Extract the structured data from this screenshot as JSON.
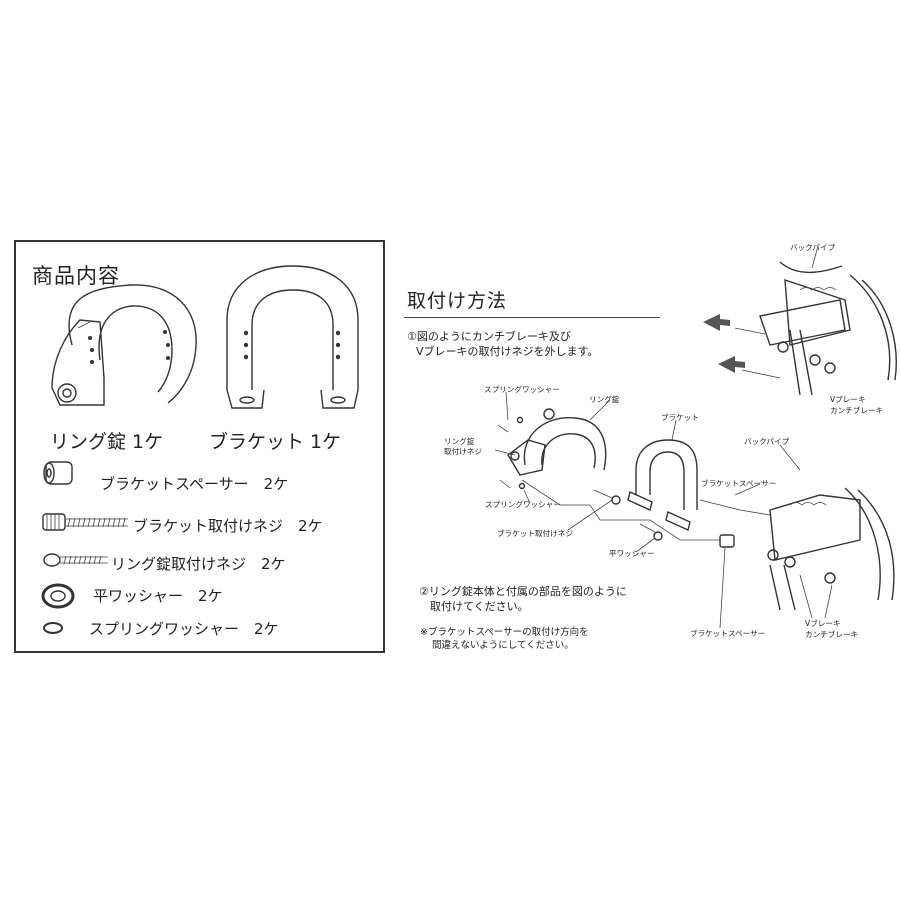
{
  "contents": {
    "title": "商品内容",
    "ring_lock_label": "リング錠 1ケ",
    "bracket_label": "ブラケット 1ケ",
    "parts": [
      "ブラケットスペーサー　2ケ",
      "ブラケット取付けネジ　2ケ",
      "リング錠取付けネジ　2ケ",
      "平ワッシャー　2ケ",
      "スプリングワッシャー　2ケ"
    ]
  },
  "install": {
    "title": "取付け方法",
    "step1_line1": "①図のようにカンチブレーキ及び",
    "step1_line2": "Vブレーキの取付けネジを外します。",
    "step2_line1": "②リング錠本体と付属の部品を図のように",
    "step2_line2": "取付けてください。",
    "note_line1": "※ブラケットスペーサーの取付け方向を",
    "note_line2": "間違えないようにしてください。"
  },
  "callouts": {
    "back_pipe_top": "バックパイプ",
    "v_brake_top": "Vブレーキ",
    "cantilever_top": "カンチブレーキ",
    "spring_washer_a": "スプリングワッシャー",
    "ring_lock": "リング錠",
    "bracket": "ブラケット",
    "ring_lock_screw_1": "リング錠",
    "ring_lock_screw_2": "取付けネジ",
    "back_pipe_mid": "バックパイプ",
    "bracket_spacer_a": "ブラケットスペーサー",
    "spring_washer_b": "スプリングワッシャー",
    "bracket_screw": "ブラケット取付けネジ",
    "flat_washer": "平ワッシャー",
    "bracket_spacer_b": "ブラケットスペーサー",
    "v_brake_bottom": "Vブレーキ",
    "cantilever_bottom": "カンチブレーキ"
  }
}
